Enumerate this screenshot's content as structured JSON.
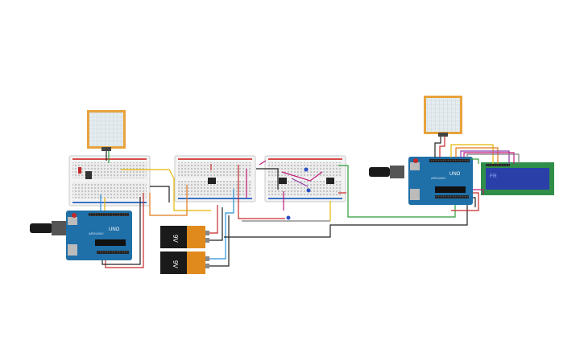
{
  "canvas": {
    "background": "#ffffff"
  },
  "colors": {
    "arduino_board": "#1f6fa8",
    "arduino_dark": "#174f7a",
    "breadboard": "#e9e9e9",
    "breadboard_rail_red": "#d94b4b",
    "breadboard_rail_blue": "#3a6fc4",
    "battery_body": "#1a1a1a",
    "battery_band": "#e08a1e",
    "lcd_frame": "#2f8f4a",
    "lcd_screen": "#2a3fa8",
    "lcd_text": "#9fb3ff",
    "pad_frame": "#e8a33c",
    "pad_surface": "#dfe7ea",
    "wire_black": "#222222",
    "wire_red": "#c62828",
    "wire_yellow": "#e5b800",
    "wire_orange": "#e07b1a",
    "wire_green": "#2e9b3a",
    "wire_blue": "#2a8fd8",
    "wire_purple": "#8e3aa8",
    "wire_pink": "#c2187a",
    "wire_gray": "#7d7d7d"
  },
  "components": {
    "arduino_left": {
      "logo": "UNO",
      "brand": "ARDUINO"
    },
    "arduino_right": {
      "logo": "UNO",
      "brand": "ARDUINO"
    },
    "battery_top": {
      "label": "9V"
    },
    "battery_bottom": {
      "label": "9V"
    },
    "lcd": {
      "text": "FR"
    },
    "touch_pad_left": {
      "icon": "grid-pad-icon"
    },
    "touch_pad_right": {
      "icon": "grid-pad-icon"
    }
  }
}
